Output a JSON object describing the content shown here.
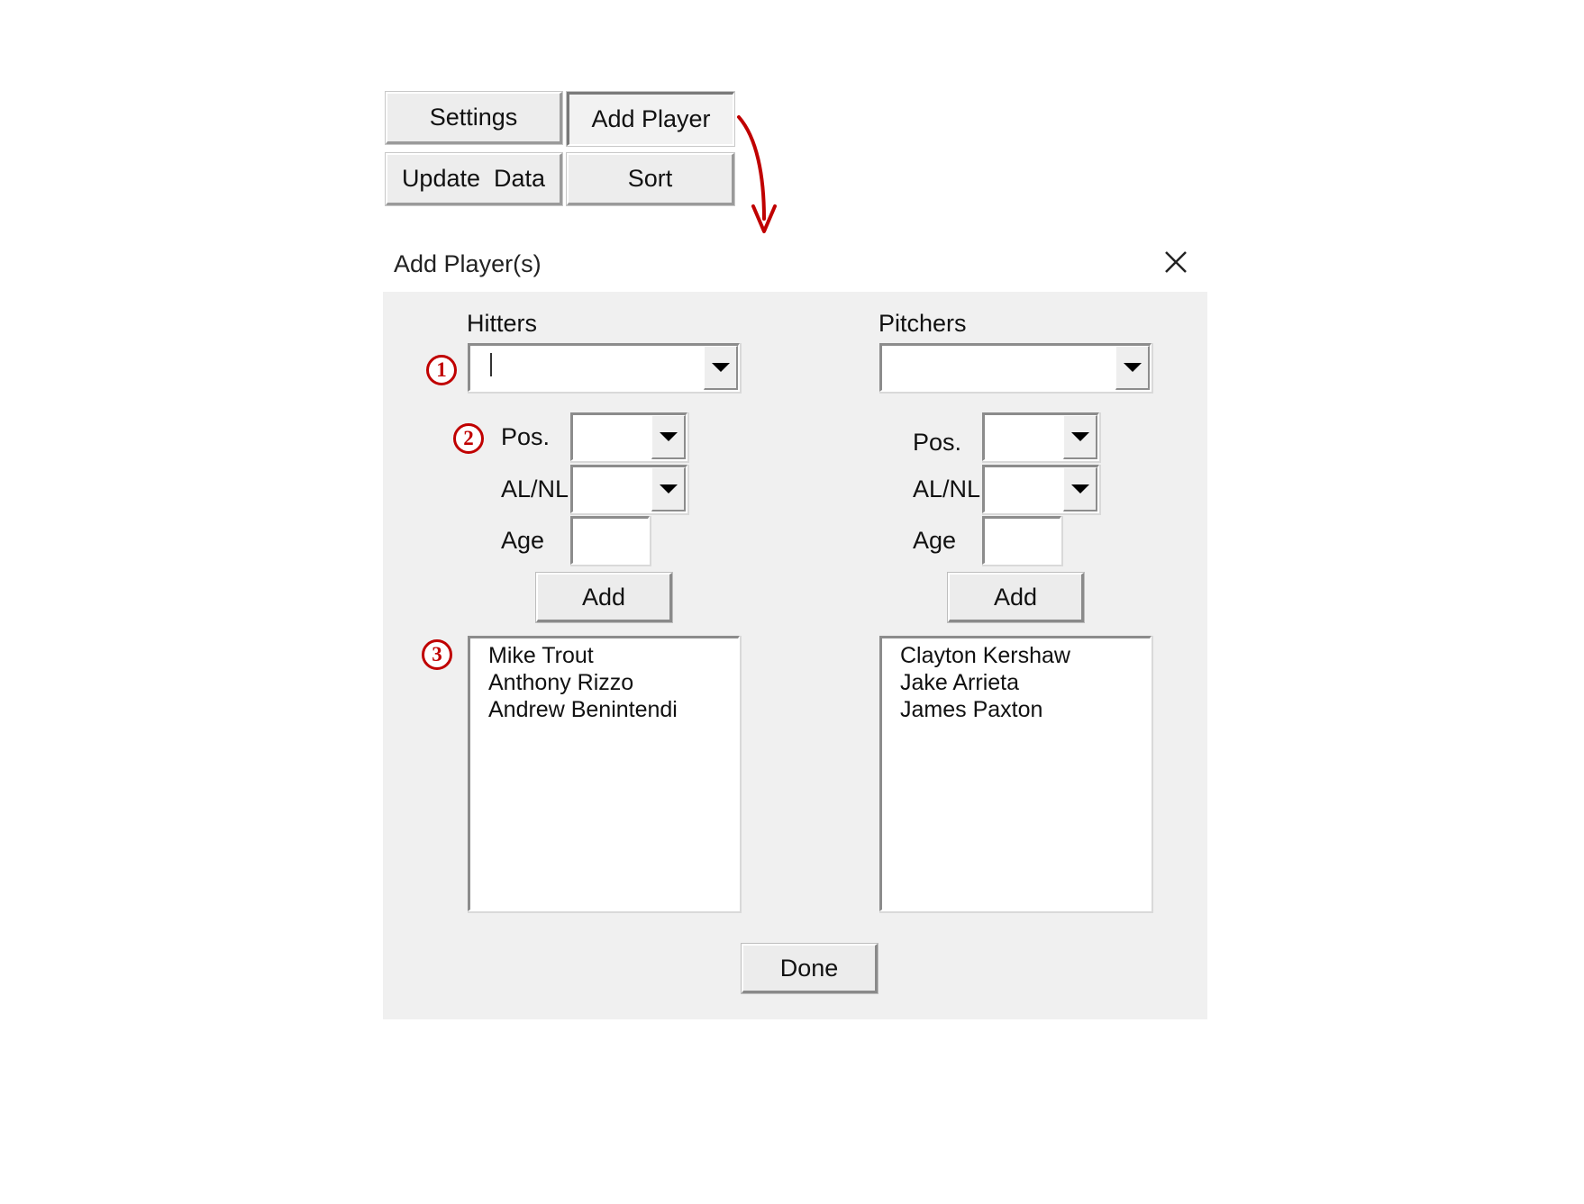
{
  "toolbar": {
    "settings": "Settings",
    "add_player": "Add Player",
    "update_data": "Update  Data",
    "sort": "Sort"
  },
  "dialog": {
    "title": "Add Player(s)",
    "close_glyph": "✕",
    "hitters": {
      "heading": "Hitters",
      "name_value": "",
      "pos_label": "Pos.",
      "pos_value": "",
      "league_label": "AL/NL",
      "league_value": "",
      "age_label": "Age",
      "age_value": "",
      "add_label": "Add",
      "list": [
        "Mike Trout",
        "Anthony Rizzo",
        "Andrew Benintendi"
      ]
    },
    "pitchers": {
      "heading": "Pitchers",
      "name_value": "",
      "pos_label": "Pos.",
      "pos_value": "",
      "league_label": "AL/NL",
      "league_value": "",
      "age_label": "Age",
      "age_value": "",
      "add_label": "Add",
      "list": [
        "Clayton Kershaw",
        "Jake Arrieta",
        "James Paxton"
      ]
    },
    "done_label": "Done"
  },
  "markers": [
    "1",
    "2",
    "3"
  ],
  "colors": {
    "accent": "#c00000",
    "dialog_bg": "#f0f0f0"
  },
  "icons": {
    "arrow": "curved-arrow-down-icon",
    "close": "close-icon",
    "dropdown": "chevron-down-icon"
  }
}
